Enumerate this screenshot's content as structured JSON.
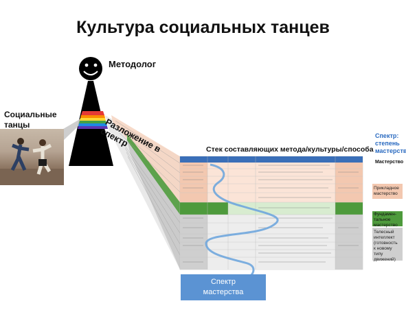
{
  "title": "Культура социальных танцев",
  "methodologist_label": "Методолог",
  "dancers_label": [
    "Социальные",
    "танцы"
  ],
  "decomposition_label": [
    "Разложение в",
    "спектр"
  ],
  "stack_title": "Стек составляющих метода/культуры/способа",
  "spectrum_label": [
    "Спектр:",
    "степень",
    "мастерства"
  ],
  "mastery_label": "Мастерство",
  "side_labels": {
    "applied": [
      "Прикладное",
      "мастерство"
    ],
    "fundamental": [
      "Фундамен-",
      "тальное",
      "мастерство"
    ],
    "body": [
      "Телесный",
      "интеллект",
      "(готовность",
      "к новому",
      "типу",
      "движений)"
    ]
  },
  "spectrum_box": [
    "Спектр",
    "мастерства"
  ],
  "colors": {
    "pink": "#f3c8b0",
    "green": "#4e9a3c",
    "gray": "#cfcfcf",
    "blue_header": "#3a6fb8",
    "spectrum_blue": "#5b93d3"
  }
}
